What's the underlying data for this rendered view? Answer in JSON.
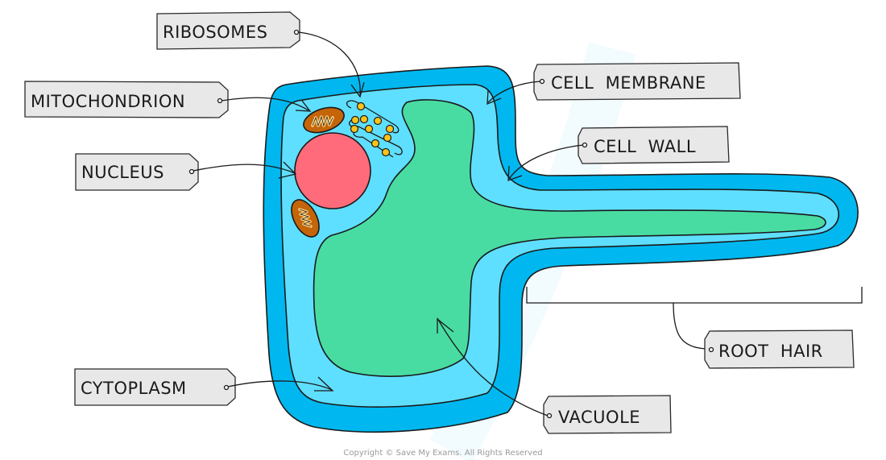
{
  "diagram": {
    "title": "Root hair cell",
    "colors": {
      "cell_wall": "#00b8ef",
      "cytoplasm": "#5fdfff",
      "vacuole": "#48dca3",
      "nucleus": "#ff6b7a",
      "mitochondrion": "#c4650a",
      "mitochondrion_inner": "#ffd98a",
      "ribosome": "#fec31a",
      "tag_fill": "#e8e8e8",
      "outline": "#1a1a1a"
    },
    "labels": {
      "ribosomes": "RIBOSOMES",
      "mitochondrion": "MITOCHONDRION",
      "nucleus": "NUCLEUS",
      "cytoplasm": "CYTOPLASM",
      "cell_membrane": "CELL  MEMBRANE",
      "cell_wall": "CELL  WALL",
      "root_hair": "ROOT  HAIR",
      "vacuole": "VACUOLE"
    },
    "copyright": "Copyright © Save My Exams. All Rights Reserved"
  }
}
